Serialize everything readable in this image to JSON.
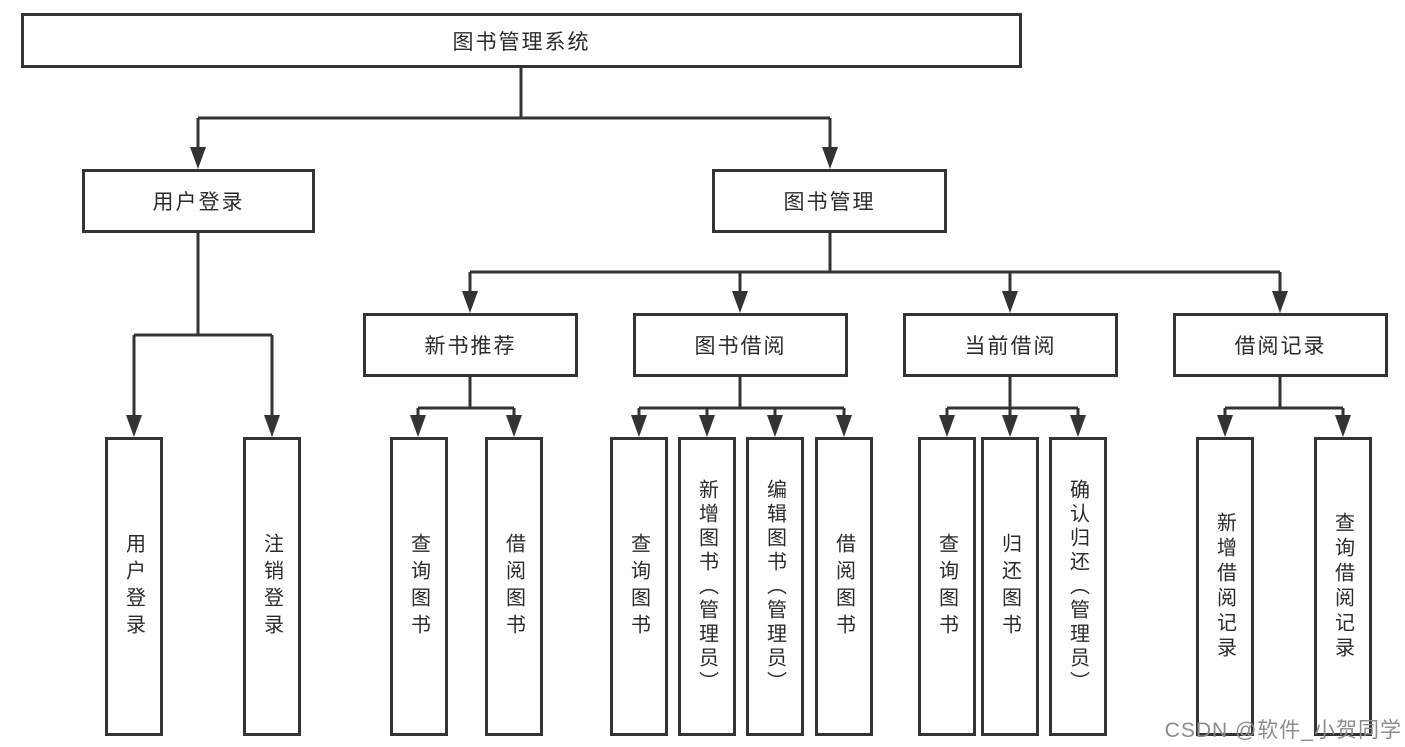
{
  "diagram_title": "图书管理系统",
  "nodes": {
    "root": "图书管理系统",
    "user_login": "用户登录",
    "book_mgmt": "图书管理",
    "leaf_login": "用户登录",
    "leaf_logout": "注销登录",
    "new_books": "新书推荐",
    "nb_query": "查询图书",
    "nb_borrow": "借阅图书",
    "book_borrow": "图书借阅",
    "bb_query": "查询图书",
    "bb_add": "新增图书（管理员）",
    "bb_edit": "编辑图书（管理员）",
    "bb_borrow": "借阅图书",
    "current_borrow": "当前借阅",
    "cb_query": "查询图书",
    "cb_return": "归还图书",
    "cb_confirm": "确认归还（管理员）",
    "records": "借阅记录",
    "rec_add": "新增借阅记录",
    "rec_query": "查询借阅记录"
  },
  "watermark": "CSDN @软件_小贺同学",
  "colors": {
    "line": "#333333",
    "box_border": "#333333",
    "text": "#2b2b2b",
    "watermark": "#8c8c8c",
    "background": "#ffffff"
  }
}
